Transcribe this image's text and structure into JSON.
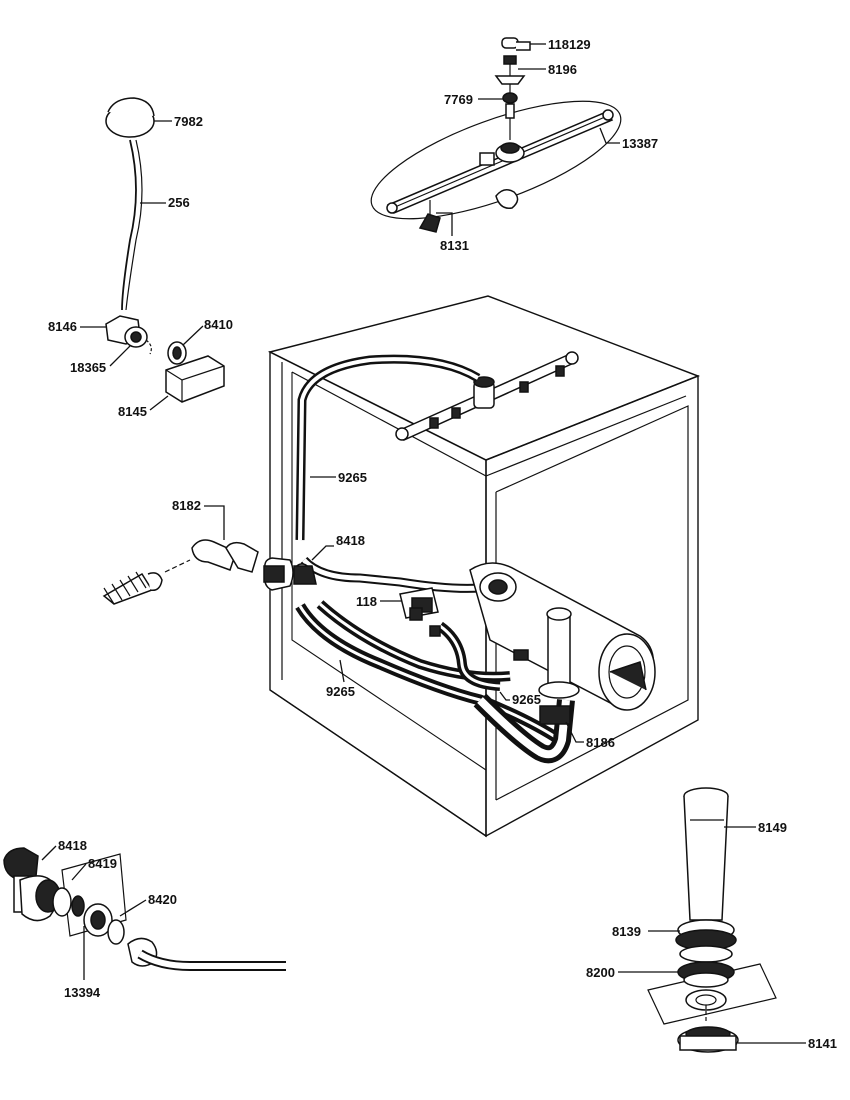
{
  "labels": {
    "p118129": "118129",
    "p8196": "8196",
    "p7769": "7769",
    "p13387": "13387",
    "p8131": "8131",
    "p7982": "7982",
    "p256": "256",
    "p8146": "8146",
    "p18365": "18365",
    "p8410": "8410",
    "p8145": "8145",
    "p9265a": "9265",
    "p8182": "8182",
    "p8418a": "8418",
    "p118": "118",
    "p9265b": "9265",
    "p9265c": "9265",
    "p8186": "8186",
    "p8418b": "8418",
    "p8419": "8419",
    "p8420": "8420",
    "p13394": "13394",
    "p8149": "8149",
    "p8139": "8139",
    "p8200": "8200",
    "p8141": "8141"
  }
}
